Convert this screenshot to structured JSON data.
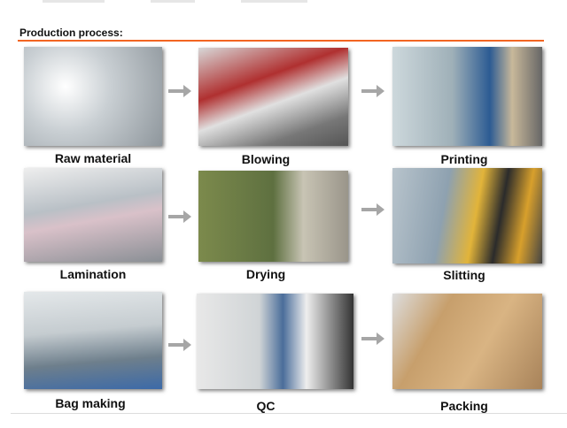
{
  "section_title": "Production process:",
  "accent": "#f26522",
  "steps": [
    {
      "label": "Raw material"
    },
    {
      "label": "Blowing"
    },
    {
      "label": "Printing"
    },
    {
      "label": "Lamination"
    },
    {
      "label": "Drying"
    },
    {
      "label": "Slitting"
    },
    {
      "label": "Bag making"
    },
    {
      "label": "QC"
    },
    {
      "label": "Packing"
    }
  ]
}
